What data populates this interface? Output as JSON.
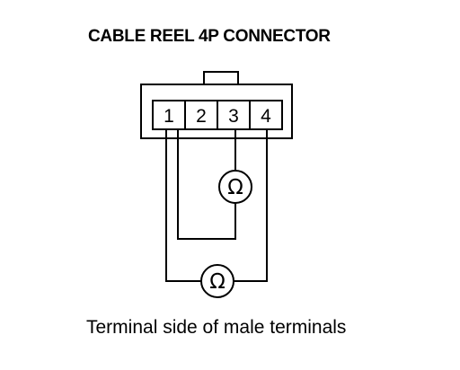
{
  "title": "CABLE REEL 4P CONNECTOR",
  "caption": "Terminal side of male terminals",
  "connector": {
    "terminals": [
      "1",
      "2",
      "3",
      "4"
    ]
  },
  "meters": [
    {
      "symbol": "Ω",
      "between": [
        "2",
        "3"
      ]
    },
    {
      "symbol": "Ω",
      "between": [
        "1",
        "4"
      ]
    }
  ],
  "colors": {
    "line": "#000000",
    "background": "#ffffff"
  }
}
